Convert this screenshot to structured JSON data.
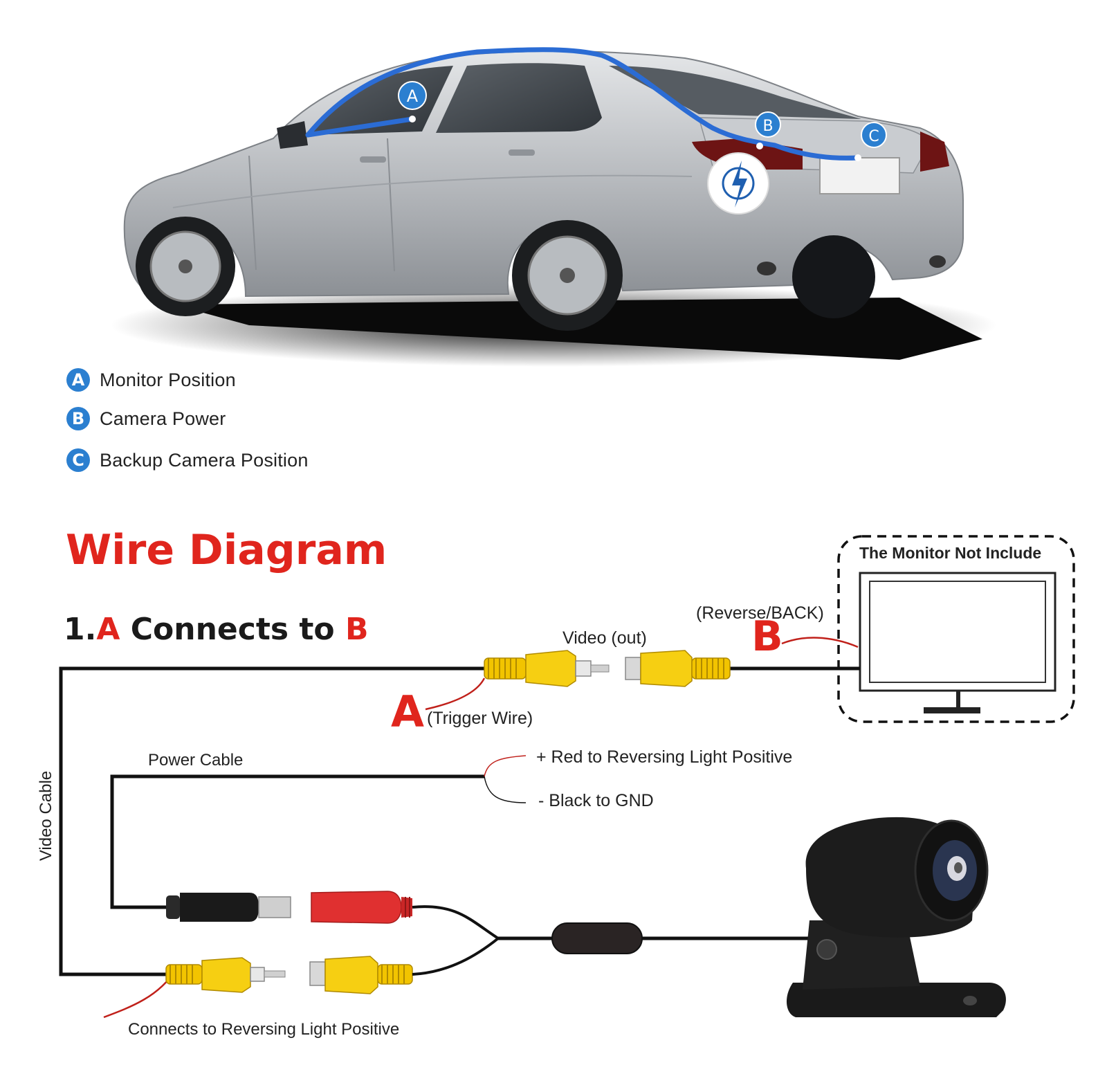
{
  "car_markers": {
    "a": "A",
    "b": "B",
    "c": "C"
  },
  "legend": [
    {
      "badge": "A",
      "label": "Monitor Position"
    },
    {
      "badge": "B",
      "label": "Camera Power"
    },
    {
      "badge": "C",
      "label": "Backup Camera Position"
    }
  ],
  "diagram": {
    "title": "Wire Diagram",
    "step": {
      "prefix": "1.",
      "from": "A",
      "middle": " Connects to ",
      "to": "B"
    },
    "monitor_note": "The Monitor Not Include",
    "reverse_label": "(Reverse/BACK)",
    "video_out_label": "Video (out)",
    "letter_a": "A",
    "letter_b": "B",
    "trigger_label": "(Trigger Wire)",
    "power_cable_label": "Power Cable",
    "red_label": "+ Red to Reversing Light Positive",
    "black_label": "- Black to GND",
    "video_cable_label": "Video Cable",
    "reversing_label": "Connects to Reversing Light Positive"
  },
  "colors": {
    "accent_blue": "#2b7fd0",
    "title_red": "#e0251d",
    "rca_yellow": "#f2c400",
    "dc_red": "#e03030",
    "wire_black": "#111111"
  }
}
